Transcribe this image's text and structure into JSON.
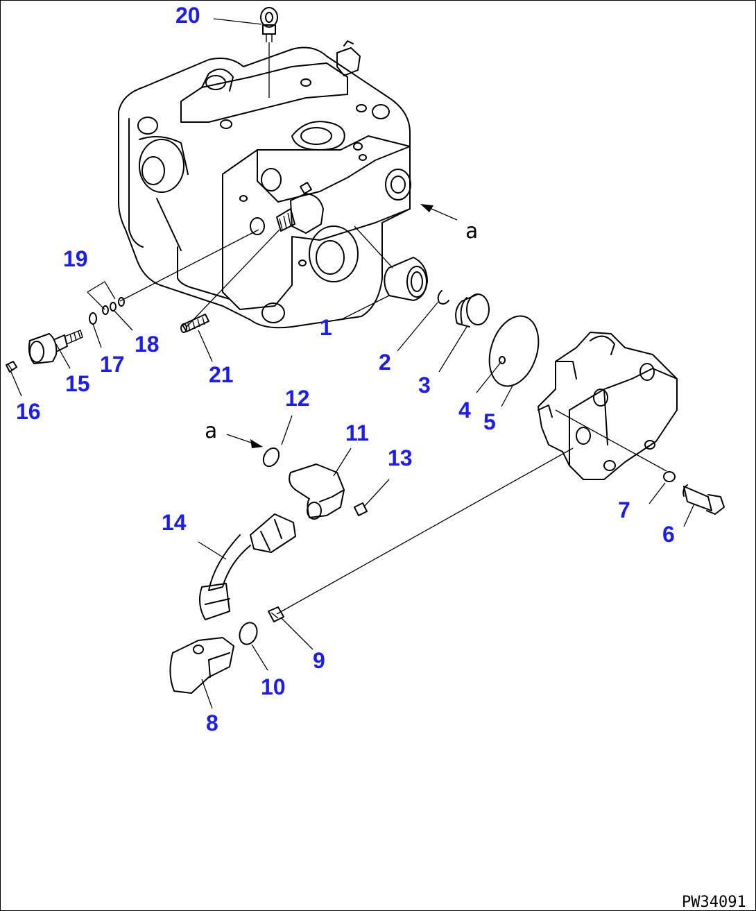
{
  "callout_color": "#1a1aff",
  "line_color": "#000000",
  "callouts": {
    "c1": "1",
    "c2": "2",
    "c3": "3",
    "c4": "4",
    "c5": "5",
    "c6": "6",
    "c7": "7",
    "c8": "8",
    "c9": "9",
    "c10": "10",
    "c11": "11",
    "c12": "12",
    "c13": "13",
    "c14": "14",
    "c15": "15",
    "c16": "16",
    "c17": "17",
    "c18": "18",
    "c19": "19",
    "c20": "20",
    "c21": "21"
  },
  "view_reference": "a",
  "drawing_id": "PW34091",
  "icons": [
    "arrow-right-icon",
    "arrow-left-icon"
  ]
}
